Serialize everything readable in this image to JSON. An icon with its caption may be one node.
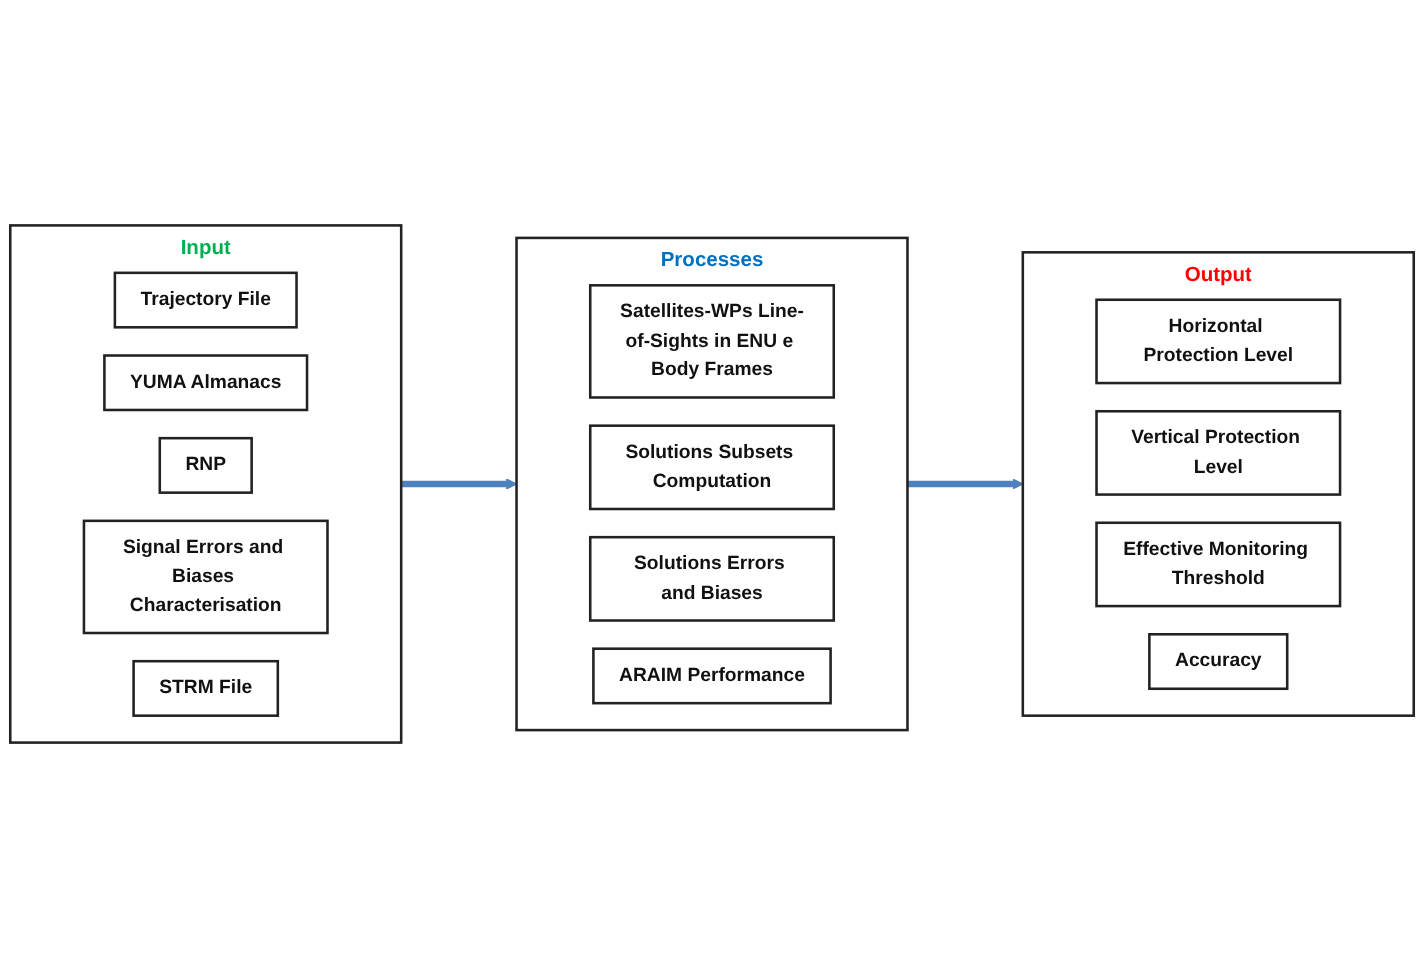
{
  "diagram": {
    "nodes": [
      {
        "text": [
          "Input"
        ]
      },
      {
        "text": [
          "Trajectory File"
        ],
        "in": 0
      },
      {
        "text": [
          "YUMA Almanacs"
        ],
        "in": 0
      },
      {
        "text": [
          "RNP"
        ],
        "in": 0
      },
      {
        "text": [
          "Signal Errors and Biases Characterisation"
        ],
        "in": 0
      },
      {
        "text": [
          "STRM File"
        ],
        "in": 0
      },
      {
        "text": [
          "Processes"
        ]
      },
      {
        "text": [
          "Satellites-WPs Line-of-Sights in ENU e Body Frames"
        ],
        "in": 6
      },
      {
        "text": [
          "Solutions Subsets Computation"
        ],
        "in": 6
      },
      {
        "text": [
          "Solutions Errors and Biases"
        ],
        "in": 6
      },
      {
        "text": [
          "ARAIM Performance"
        ],
        "in": 6
      },
      {
        "text": [
          "Output"
        ]
      },
      {
        "text": [
          "Horizontal Protection Level"
        ],
        "in": 11
      },
      {
        "text": [
          "Vertical Protection Level"
        ],
        "in": 11
      },
      {
        "text": [
          "Effective Monitoring Threshold"
        ],
        "in": 11
      },
      {
        "text": [
          "Accuracy"
        ],
        "in": 11
      }
    ],
    "edges": [
      {
        "from": 0,
        "to": 6,
        "arrow": "to"
      },
      {
        "from": 6,
        "to": 11,
        "arrow": "to"
      }
    ]
  }
}
